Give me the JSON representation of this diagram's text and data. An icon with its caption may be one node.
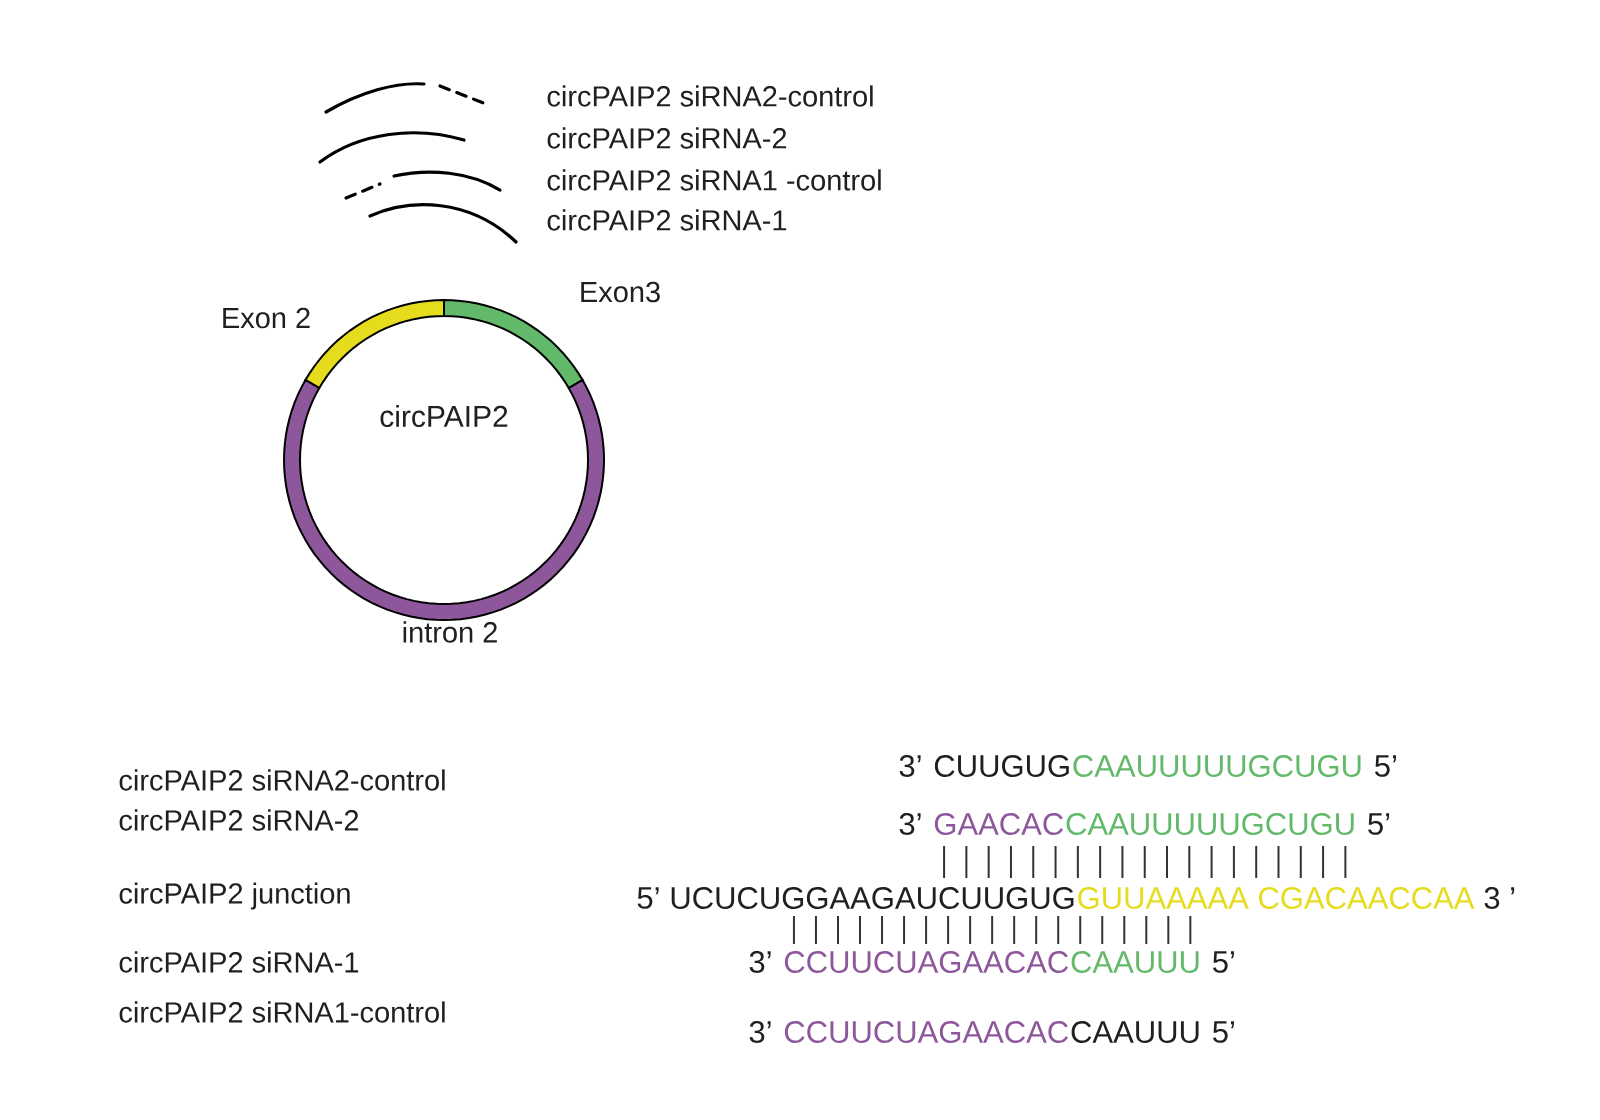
{
  "diagram": {
    "nodes": [
      {
        "text": [
          "circPAIP2"
        ]
      }
    ],
    "labels": [
      "circPAIP2 siRNA2-control",
      "circPAIP2 siRNA-2",
      "circPAIP2 siRNA1 -control",
      "circPAIP2 siRNA-1",
      "Exon 2",
      "Exon3",
      "intron 2",
      "circPAIP2 siRNA2-control",
      "3’",
      "CUUGUG",
      "CAAUUUUUGCUGU",
      "5’",
      "circPAIP2 siRNA-2",
      "3’",
      "GAACAC",
      "CAAUUUUUGCUGU",
      "5’",
      "circPAIP2 junction",
      "5’",
      "UCUCUGGAAGAUCUUGUG",
      "GUUAAAAA CGACAACCAA",
      "3 ’",
      "circPAIP2 siRNA-1",
      "3’",
      "CCUUCUAGAACAC",
      "CAAUUU",
      "5’",
      "circPAIP2 siRNA1-control",
      "3’",
      "CCUUCUAGAACAC",
      "CAAUUU",
      "5’"
    ]
  }
}
